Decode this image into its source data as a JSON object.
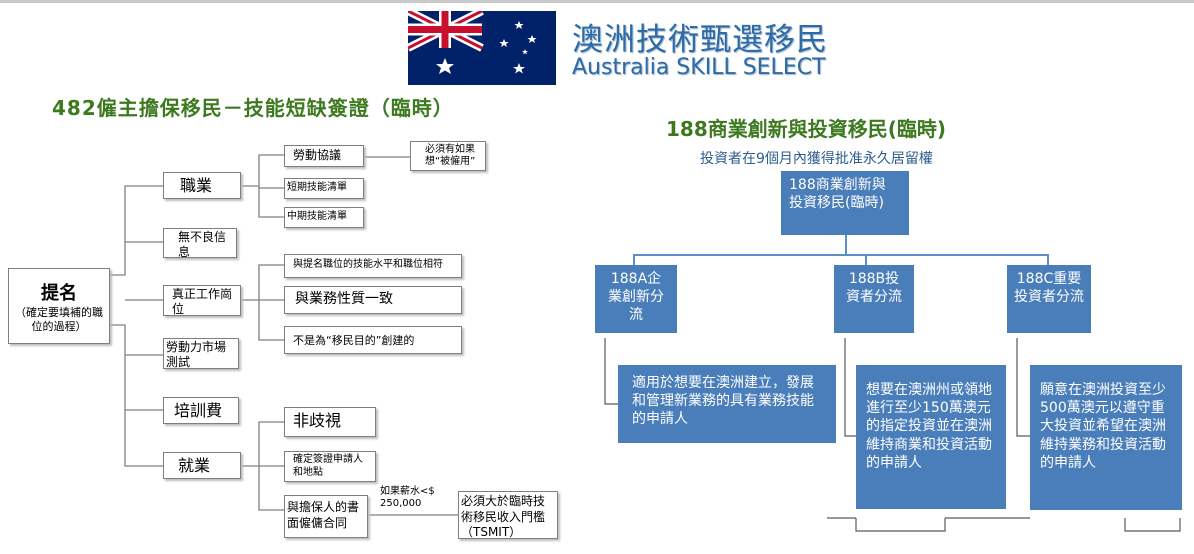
{
  "header": {
    "brand_zh": "澳洲技術甄選移民",
    "brand_en": "Australia SKILL SELECT"
  },
  "visa482": {
    "title": "482僱主擔保移民－技能短缺簽證（臨時）",
    "root_title": "提名",
    "root_sub": "（確定要填補的職位的過程）",
    "nodes": {
      "occupation": "職業",
      "no_adverse": "無不良信息",
      "genuine": "真正工作崗位",
      "lmt": "勞動力市場測試",
      "training": "培訓費",
      "employment": "就業",
      "labour_agreement": "勞動協議",
      "labour_note": "必須有如果想“被僱用”",
      "short_list": "短期技能清單",
      "medium_list": "中期技能清單",
      "skill_match": "與提名職位的技能水平和職位相符",
      "business_match": "與業務性質一致",
      "not_migration": "不是為“移民目的”創建的",
      "non_discrimination": "非歧視",
      "location": "確定簽證申請人和地點",
      "contract": "與擔保人的書面僱傭合同",
      "salary_condition": "如果薪水<$ 250,000",
      "tsmit": "必須大於臨時技術移民收入門檻（TSMIT）"
    }
  },
  "visa188": {
    "title": "188商業創新與投資移民(臨時)",
    "subtitle": "投資者在9個月內獲得批准永久居留權",
    "root": "188商業創新與投資移民(臨時)",
    "streams": [
      {
        "label": "188A企業創新分流",
        "desc": "適用於想要在澳洲建立，發展和管理新業務的具有業務技能的申請人"
      },
      {
        "label": "188B投資者分流",
        "desc": "想要在澳洲州或領地進行至少150萬澳元的指定投資並在澳洲維持商業和投資活動的申請人"
      },
      {
        "label": "188C重要投資者分流",
        "desc": "願意在澳洲投資至少500萬澳元以遵守重大投資並希望在澳洲維持業務和投資活動的申請人"
      }
    ]
  },
  "colors": {
    "flag_blue": "#012169",
    "flag_red": "#C8102E",
    "brand": "#2d6aa6",
    "title_green": "#3d7a1f",
    "box_blue": "#4a7ebb"
  }
}
